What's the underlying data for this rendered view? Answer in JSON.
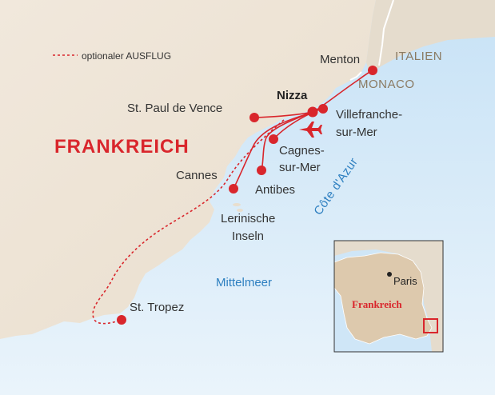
{
  "legend": {
    "optional_excursion": "optionaler AUSFLUG"
  },
  "countries": {
    "france": "FRANKREICH",
    "italy": "ITALIEN",
    "monaco": "MONACO"
  },
  "places": {
    "menton": "Menton",
    "nizza": "Nizza",
    "st_paul": "St. Paul de Vence",
    "villefranche_1": "Villefranche-",
    "villefranche_2": "sur-Mer",
    "cagnes_1": "Cagnes-",
    "cagnes_2": "sur-Mer",
    "cannes": "Cannes",
    "antibes": "Antibes",
    "lerins_1": "Lerinische",
    "lerins_2": "Inseln",
    "st_tropez": "St. Tropez"
  },
  "water": {
    "sea": "Mittelmeer",
    "coast": "Côte d'Azur"
  },
  "inset": {
    "paris": "Paris",
    "france": "Frankreich"
  },
  "colors": {
    "land": "#efe5d8",
    "sea": "#cfe6f7",
    "route": "#d9262c",
    "text": "#333333",
    "sea_text": "#2d7fc0",
    "country_text": "#8a7a62"
  }
}
